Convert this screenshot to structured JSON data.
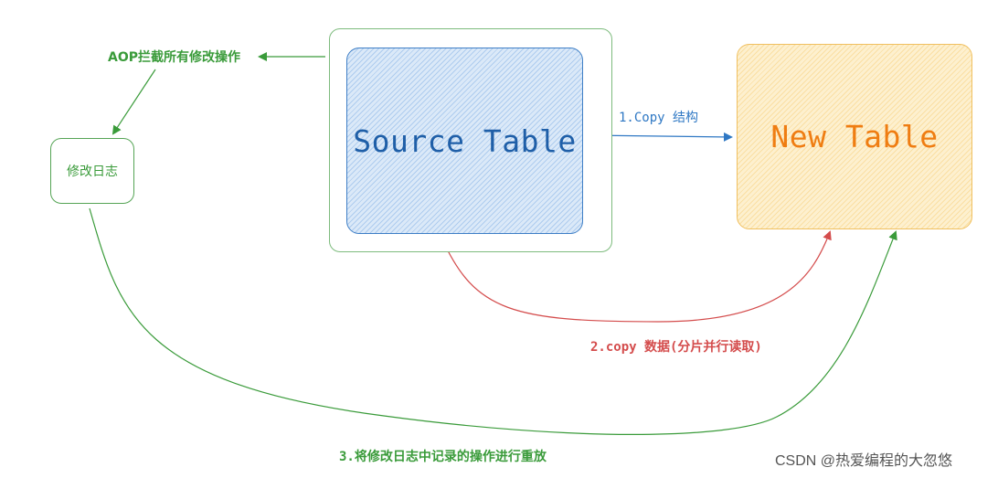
{
  "nodes": {
    "source_table": "Source Table",
    "new_table": "New Table",
    "change_log": "修改日志"
  },
  "edges": {
    "aop_intercept": "AOP拦截所有修改操作",
    "copy_structure": "1.Copy 结构",
    "copy_data": "2.copy 数据(分片并行读取)",
    "replay_log": "3.将修改日志中记录的操作进行重放"
  },
  "watermark": "CSDN @热爱编程的大忽悠",
  "colors": {
    "green": "#3a9b3a",
    "blue": "#2f78c4",
    "red": "#d44c4c",
    "orange": "#ef7d12"
  }
}
